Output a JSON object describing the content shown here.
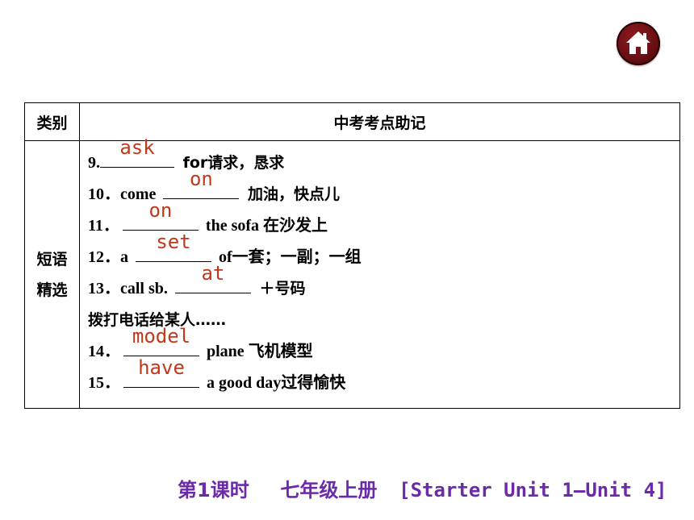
{
  "nav": {
    "home_icon": "home-icon"
  },
  "table": {
    "header": {
      "category": "类别",
      "content": "中考考点助记"
    },
    "category_lines": [
      "短语",
      "精选"
    ],
    "items": [
      {
        "pre": "9.",
        "answer": "ask",
        "post": " for请求，恳求"
      },
      {
        "pre": "10．come ",
        "answer": "on",
        "post": " 加油，快点儿"
      },
      {
        "pre": "11．",
        "answer": "on",
        "post": " the sofa 在沙发上"
      },
      {
        "pre": "12．a ",
        "answer": "set",
        "post": " of一套；一副；一组"
      },
      {
        "pre": "13．call sb. ",
        "answer": "at",
        "post": " ＋号码"
      },
      {
        "pre": "拨打电话给某人……",
        "answer": "",
        "post": ""
      },
      {
        "pre": "14．",
        "answer": "model",
        "post": " plane 飞机模型"
      },
      {
        "pre": "15．",
        "answer": "have",
        "post": " a good day过得愉快"
      }
    ]
  },
  "footer": {
    "lesson": "第1课时",
    "book": "七年级上册",
    "unit": "[Starter Unit 1—Unit 4]"
  },
  "colors": {
    "answer": "#c0391b",
    "footer": "#6b2aa8",
    "home_button": "#6b0f14"
  }
}
